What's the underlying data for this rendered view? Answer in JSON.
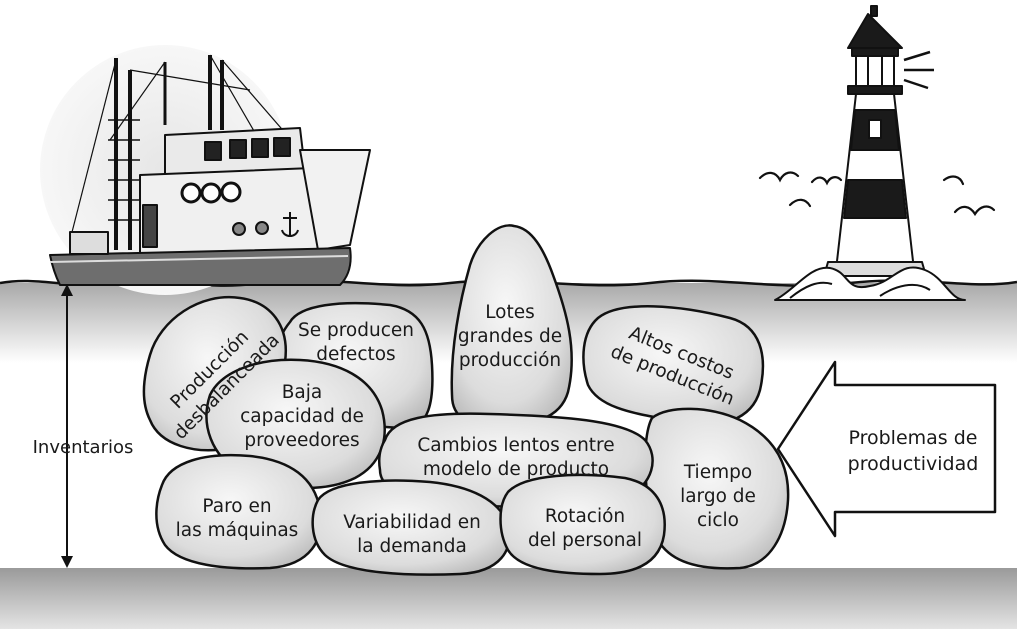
{
  "diagram": {
    "inventory_label": "Inventarios",
    "arrow_label": [
      "Problemas de",
      "productividad"
    ],
    "rocks": [
      {
        "id": "produccion-desbalanceada",
        "lines": [
          "Producción",
          "desbalanceada"
        ]
      },
      {
        "id": "se-producen-defectos",
        "lines": [
          "Se producen",
          "defectos"
        ]
      },
      {
        "id": "lotes-grandes",
        "lines": [
          "Lotes",
          "grandes de",
          "producción"
        ]
      },
      {
        "id": "altos-costos",
        "lines": [
          "Altos costos",
          "de producción"
        ]
      },
      {
        "id": "baja-capacidad",
        "lines": [
          "Baja",
          "capacidad de",
          "proveedores"
        ]
      },
      {
        "id": "cambios-lentos",
        "lines": [
          "Cambios lentos entre",
          "modelo de producto"
        ]
      },
      {
        "id": "tiempo-largo",
        "lines": [
          "Tiempo",
          "largo de",
          "ciclo"
        ]
      },
      {
        "id": "paro-maquinas",
        "lines": [
          "Paro en",
          "las máquinas"
        ]
      },
      {
        "id": "variabilidad",
        "lines": [
          "Variabilidad en",
          "la demanda"
        ]
      },
      {
        "id": "rotacion",
        "lines": [
          "Rotación",
          "del personal"
        ]
      }
    ]
  }
}
